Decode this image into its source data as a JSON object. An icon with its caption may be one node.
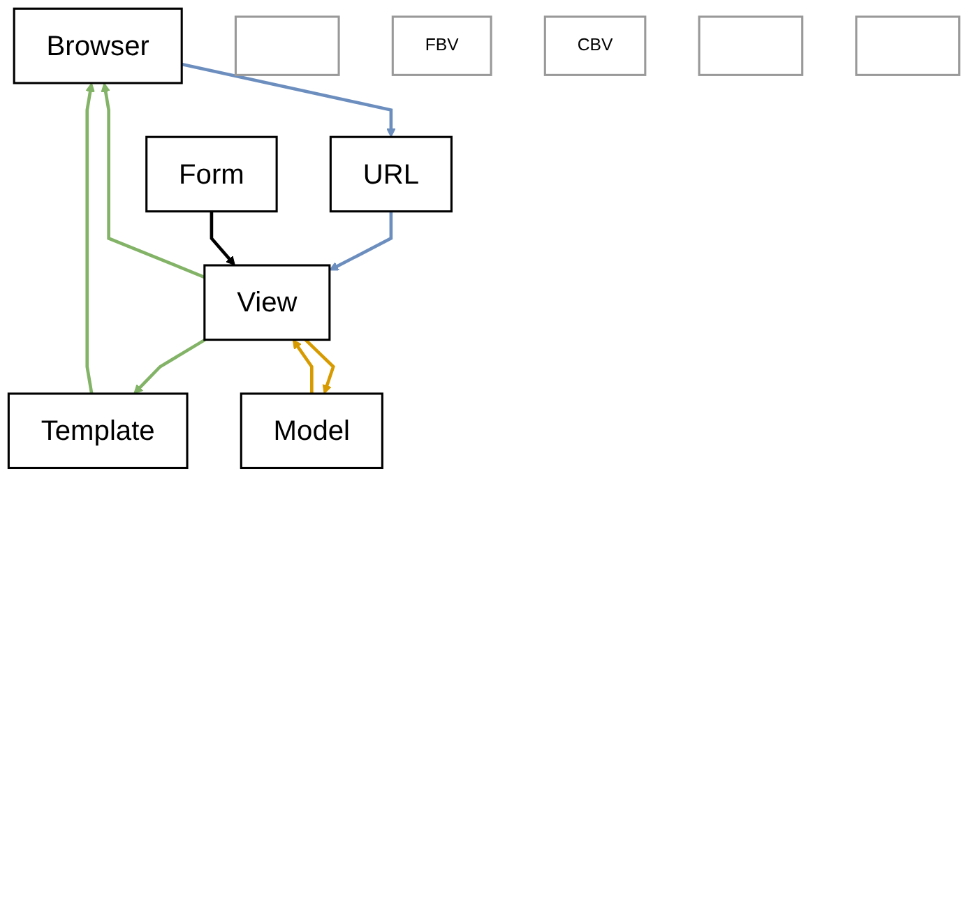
{
  "diagram": {
    "nodes": [
      {
        "text": [
          "Browser"
        ]
      },
      {
        "text": [],
        "shape": "box"
      },
      {
        "text": [
          "Template"
        ]
      },
      {
        "text": [
          "URL"
        ]
      },
      {
        "text": [
          "FBV"
        ]
      },
      {
        "text": [
          "CBV"
        ]
      },
      {
        "text": [
          "View"
        ]
      },
      {
        "text": [
          "Form"
        ]
      },
      {
        "text": [],
        "shape": "box"
      },
      {
        "text": [],
        "shape": "box"
      },
      {
        "text": [
          "Model"
        ]
      }
    ],
    "edges": [
      {
        "from": 0,
        "to": 3,
        "arrow": "to",
        "color": "#6c8ebf"
      },
      {
        "from": 3,
        "to": 6,
        "arrow": "to",
        "color": "#6c8ebf"
      },
      {
        "from": 6,
        "to": 0,
        "arrow": "to",
        "color": "#82b366"
      },
      {
        "from": 6,
        "to": 2,
        "arrow": "to",
        "color": "#82b366"
      },
      {
        "from": 2,
        "to": 0,
        "arrow": "to",
        "color": "#82b366"
      },
      {
        "from": 7,
        "to": 6,
        "arrow": "to",
        "color": "#000000"
      },
      {
        "from": 6,
        "to": 10,
        "arrow": "to",
        "color": "#d79b00"
      },
      {
        "from": 10,
        "to": 6,
        "arrow": "to",
        "color": "#d79b00"
      }
    ]
  }
}
